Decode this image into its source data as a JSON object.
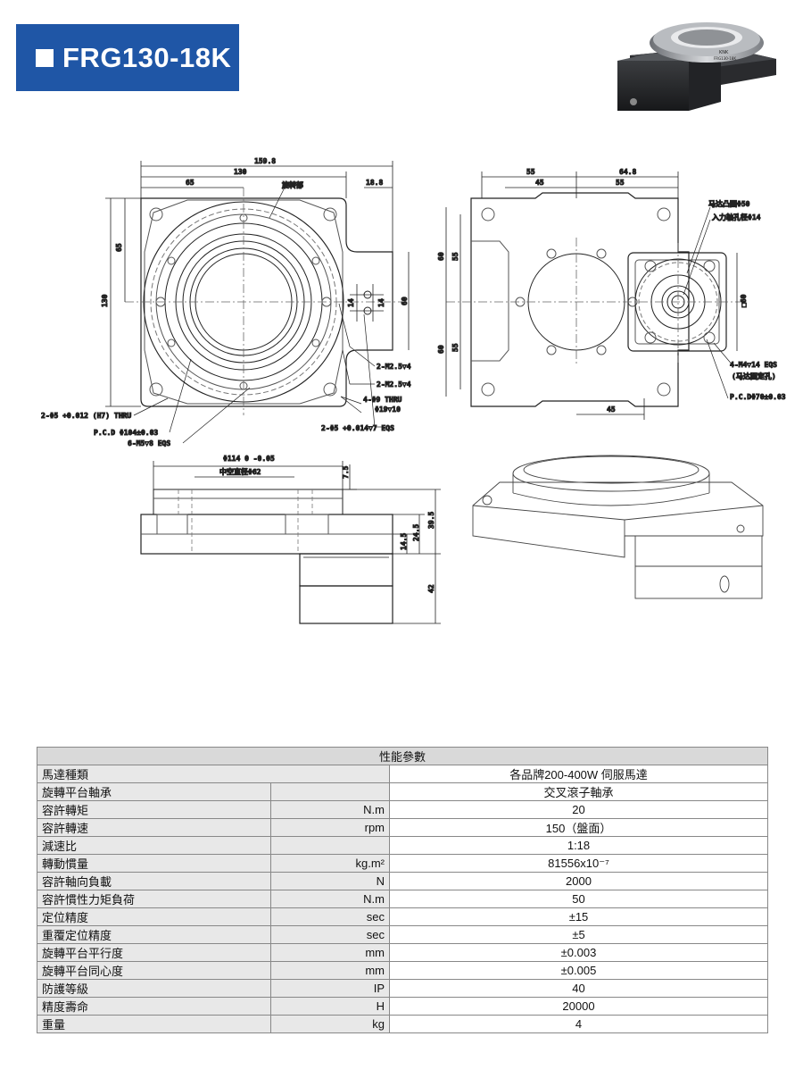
{
  "header": {
    "model": "FRG130-18K"
  },
  "photo": {
    "brand": "KNK",
    "model": "FRG130-18K"
  },
  "drawing": {
    "top_view": {
      "d159_8": "159.8",
      "d130": "130",
      "d65": "65",
      "d18_8": "18.8",
      "rotating_part": "旋转部",
      "v65": "65",
      "v130": "130",
      "v14a": "14",
      "v14b": "14",
      "v60": "60",
      "m2_5_4a": "2-M2.5▽4",
      "m2_5_4b": "2-M2.5▽4",
      "hole9": "4-Φ9 THRU",
      "cbore19": "Φ19▽10",
      "pin5_7": "2-Φ5 +0.014▽7 EQS",
      "pin5_thru": "2-Φ5 +0.012 (H7) THRU",
      "pcd104": "P.C.D Φ104±0.03",
      "m5_8": "6-M5▽8 EQS"
    },
    "motor_view": {
      "d55": "55",
      "d64_8": "64.8",
      "d45a": "45",
      "d55b": "55",
      "boss50": "马达凸圆Φ50",
      "shaft14": "入力轴孔径Φ14",
      "v60a": "60",
      "v55a": "55",
      "v60b": "60",
      "v55b": "55",
      "sq60": "□60",
      "m4_14": "4-M4▽14 EQS",
      "motor_fix": "(马达固定孔)",
      "pcd70": "P.C.DΦ70±0.03",
      "d45b": "45"
    },
    "side_view": {
      "d114": "Φ114 0 -0.05",
      "hollow62": "中空直径Φ62",
      "v7_5": "7.5",
      "v14_5": "14.5",
      "v24_5": "24.5",
      "v39_5": "39.5",
      "v42": "42"
    }
  },
  "spec_table": {
    "title": "性能參數",
    "rows": [
      {
        "param": "馬達種類",
        "unit": "",
        "value": "各品牌200-400W 伺服馬達",
        "wide": true
      },
      {
        "param": "旋轉平台軸承",
        "unit": "",
        "value": "交叉滾子軸承"
      },
      {
        "param": "容許轉矩",
        "unit": "N.m",
        "value": "20"
      },
      {
        "param": "容許轉速",
        "unit": "rpm",
        "value": "150（盤面）"
      },
      {
        "param": "減速比",
        "unit": "",
        "value": "1:18"
      },
      {
        "param": "轉動慣量",
        "unit": "kg.m²",
        "value": "81556x10⁻⁷"
      },
      {
        "param": "容許軸向負載",
        "unit": "N",
        "value": "2000"
      },
      {
        "param": "容許慣性力矩負荷",
        "unit": "N.m",
        "value": "50"
      },
      {
        "param": "定位精度",
        "unit": "sec",
        "value": "±15"
      },
      {
        "param": "重覆定位精度",
        "unit": "sec",
        "value": "±5"
      },
      {
        "param": "旋轉平台平行度",
        "unit": "mm",
        "value": "±0.003"
      },
      {
        "param": "旋轉平台同心度",
        "unit": "mm",
        "value": "±0.005"
      },
      {
        "param": "防護等級",
        "unit": "IP",
        "value": "40"
      },
      {
        "param": "精度壽命",
        "unit": "H",
        "value": "20000"
      },
      {
        "param": "重量",
        "unit": "kg",
        "value": "4"
      }
    ]
  }
}
